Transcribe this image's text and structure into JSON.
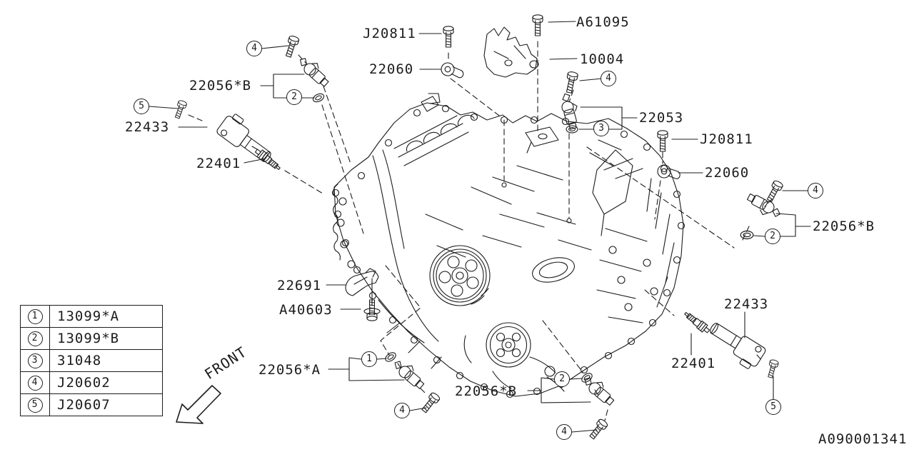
{
  "colors": {
    "line": "#1c1c1c",
    "background": "#ffffff"
  },
  "drawing_number": "A090001341",
  "front_label": "FRONT",
  "callout_numbers": {
    "n1": "1",
    "n2": "2",
    "n3": "3",
    "n4": "4",
    "n5": "5"
  },
  "labels": {
    "j20811_top": "J20811",
    "p22060_top": "22060",
    "a61095": "A61095",
    "p10004": "10004",
    "p22056b_left": "22056*B",
    "p22433_left": "22433",
    "p22401_left": "22401",
    "p22053": "22053",
    "j20811_right": "J20811",
    "p22060_right": "22060",
    "p22056b_right": "22056*B",
    "p22433_right": "22433",
    "p22401_right": "22401",
    "p22691": "22691",
    "a40603": "A40603",
    "p22056a": "22056*A",
    "p22056b_bottom": "22056*B"
  },
  "legend": {
    "rows": [
      {
        "num": "1",
        "part": "13099*A"
      },
      {
        "num": "2",
        "part": "13099*B"
      },
      {
        "num": "3",
        "part": "31048"
      },
      {
        "num": "4",
        "part": "J20602"
      },
      {
        "num": "5",
        "part": "J20607"
      }
    ]
  }
}
